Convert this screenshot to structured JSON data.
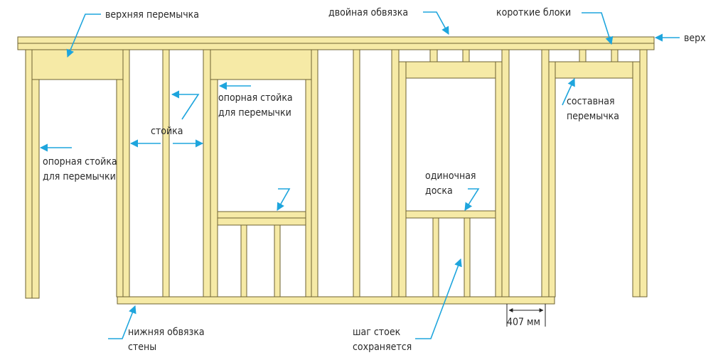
{
  "labels": {
    "top_header": "верхняя перемычка",
    "double_top_plate": "двойная обвязка",
    "short_blocks": "короткие блоки",
    "top": "верх",
    "jack_stud_right_1": "опорная стойка",
    "jack_stud_right_2": "для перемычки",
    "stud": "стойка",
    "jack_stud_left_1": "опорная стойка",
    "jack_stud_left_2": "для перемычки",
    "built_up_header_1": "составная",
    "built_up_header_2": "перемычка",
    "single_board_1": "одиночная",
    "single_board_2": "доска",
    "bottom_plate_1": "нижняя обвязка",
    "bottom_plate_2": "стены",
    "stud_spacing_1": "шаг стоек",
    "stud_spacing_2": "сохраняется",
    "dimension": "407 мм"
  },
  "colors": {
    "wood": "#f6eaa6",
    "callout": "#1ea5dd"
  }
}
